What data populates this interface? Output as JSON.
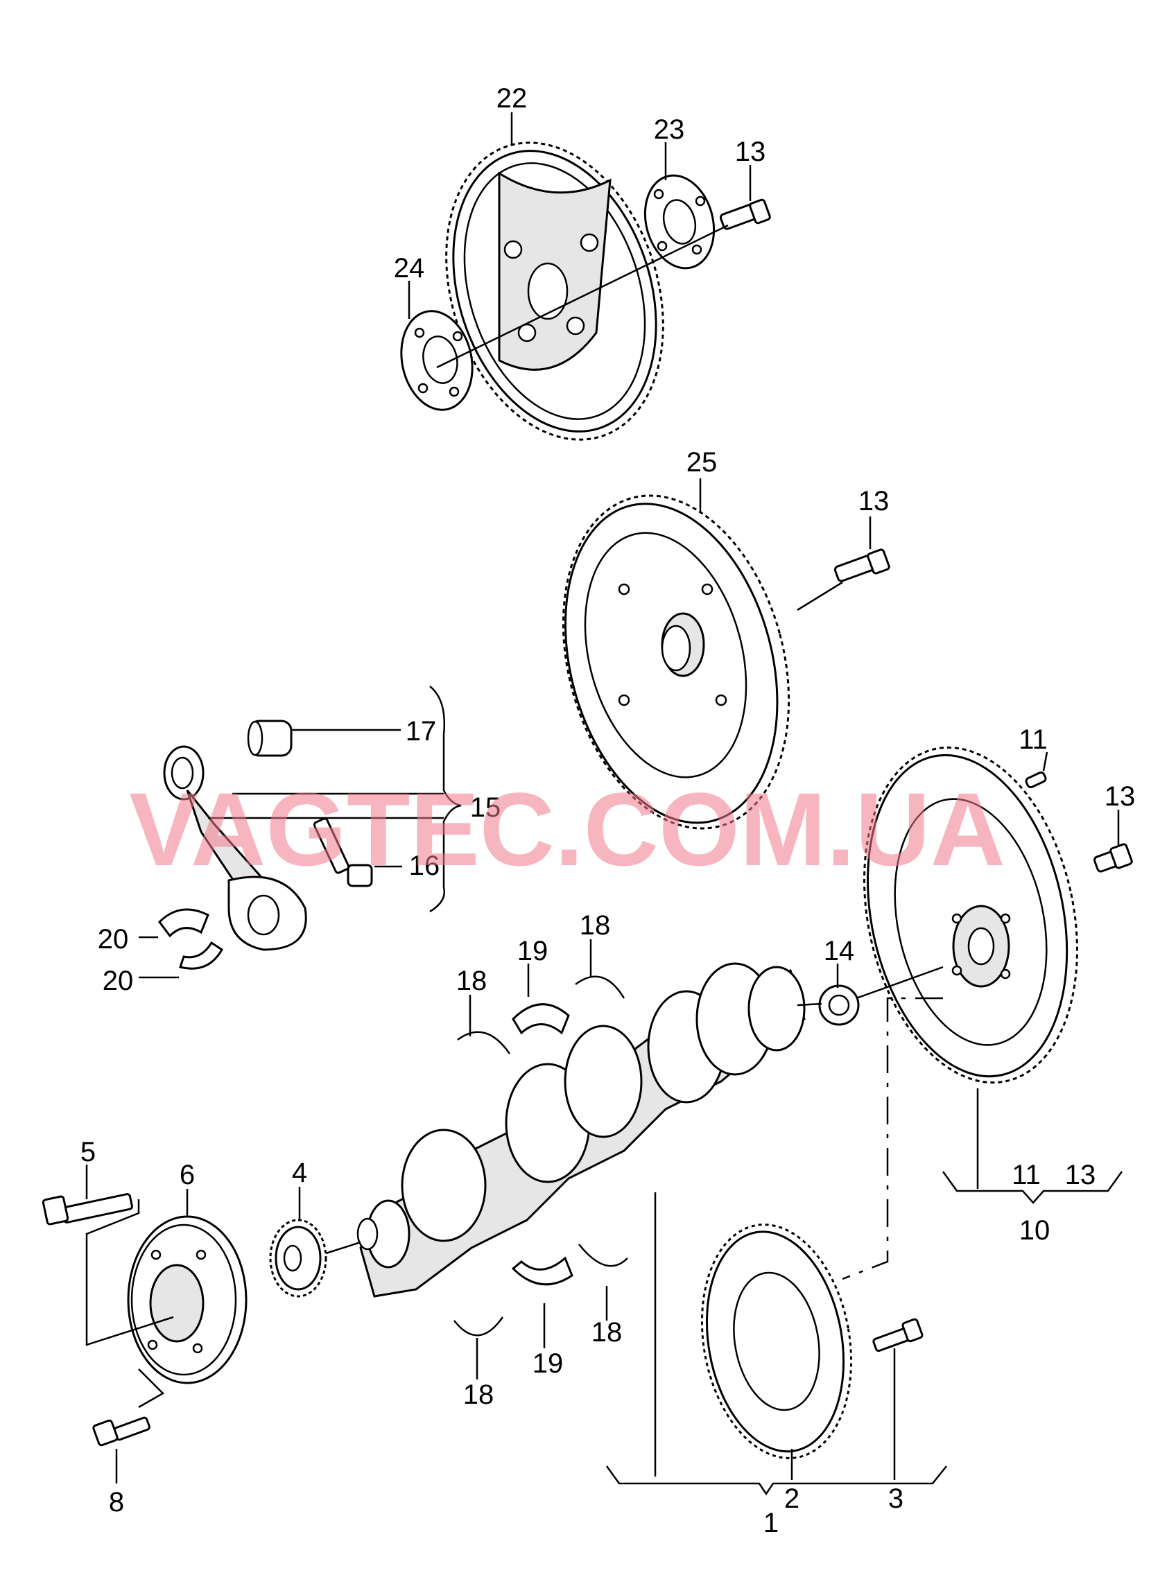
{
  "watermark": "VAGTEC.COM.UA",
  "callouts": {
    "c1": "1",
    "c2": "2",
    "c3": "3",
    "c4": "4",
    "c5": "5",
    "c6": "6",
    "c8": "8",
    "c10": "10",
    "c11a": "11",
    "c11b": "11",
    "c13a": "13",
    "c13b": "13",
    "c13c": "13",
    "c13d": "13",
    "c14": "14",
    "c15": "15",
    "c16": "16",
    "c17": "17",
    "c18a": "18",
    "c18b": "18",
    "c18c": "18",
    "c18d": "18",
    "c19a": "19",
    "c19b": "19",
    "c20a": "20",
    "c20b": "20",
    "c22": "22",
    "c23": "23",
    "c24": "24",
    "c25": "25"
  }
}
